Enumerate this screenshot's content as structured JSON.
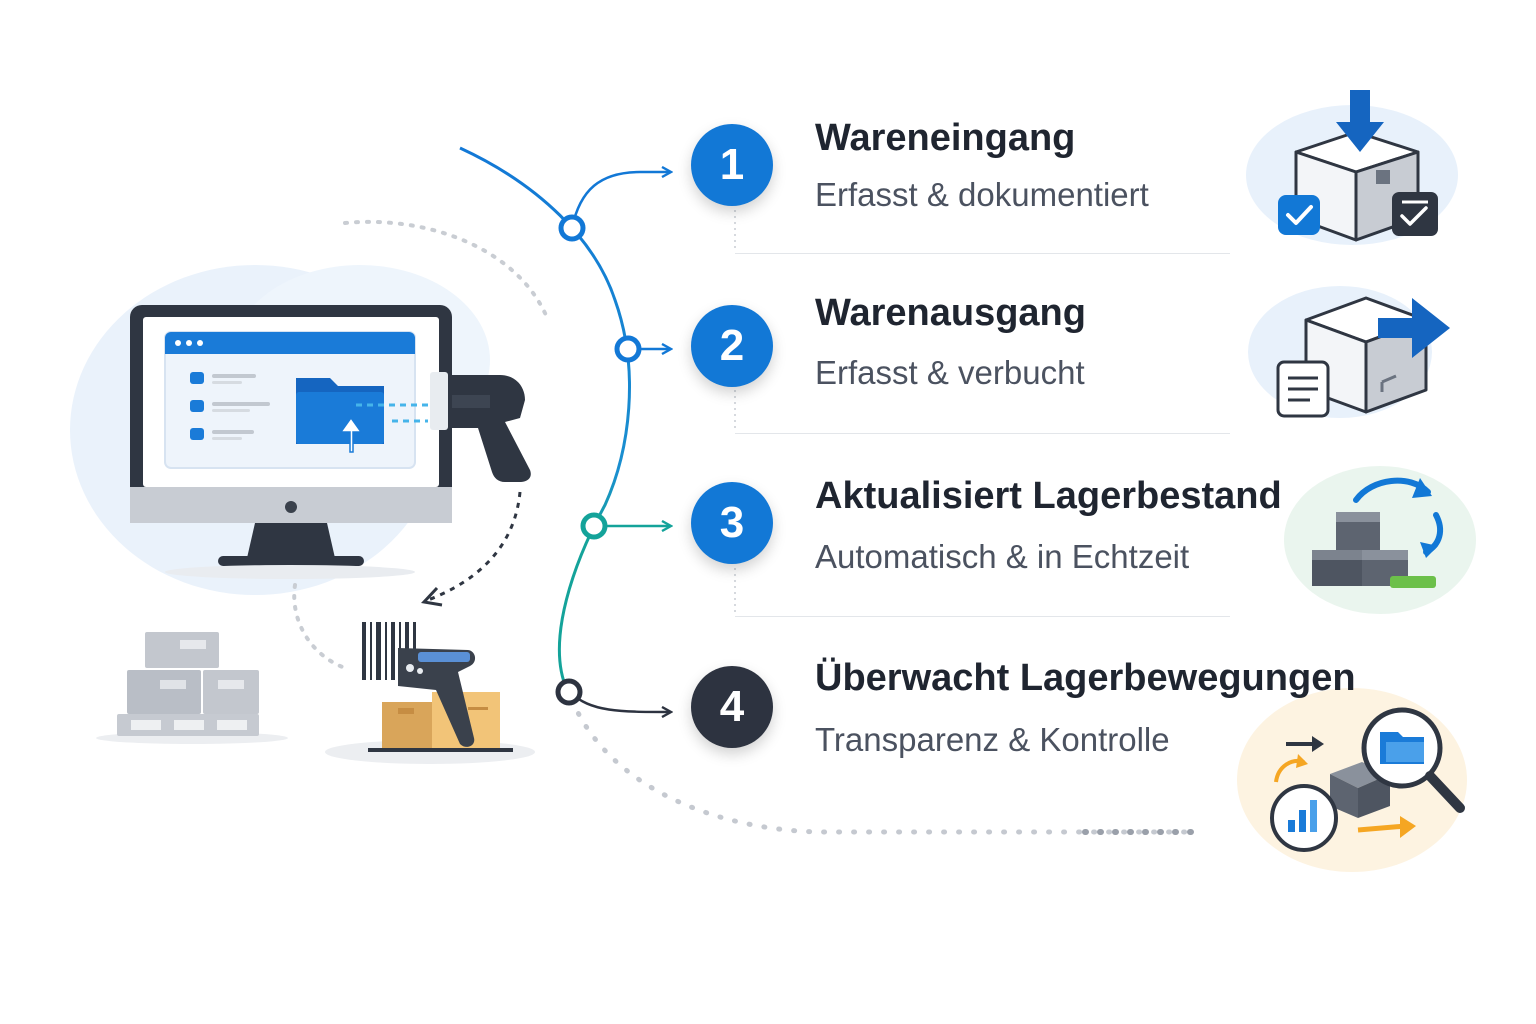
{
  "steps": [
    {
      "number": "1",
      "title": "Wareneingang",
      "subtitle": "Erfasst & dokumentiert",
      "icon": "box-inbound-check-icon",
      "color": "#1278d6"
    },
    {
      "number": "2",
      "title": "Warenausgang",
      "subtitle": "Erfasst & verbucht",
      "icon": "box-outbound-document-icon",
      "color": "#1278d6"
    },
    {
      "number": "3",
      "title": "Aktualisiert Lagerbestand",
      "subtitle": "Automatisch & in Echtzeit",
      "icon": "stock-refresh-icon",
      "color": "#1278d6"
    },
    {
      "number": "4",
      "title": "Überwacht Lagerbewegungen",
      "subtitle": "Transparenz & Kontrolle",
      "icon": "magnifier-analytics-icon",
      "color": "#2d3340"
    }
  ],
  "colors": {
    "blue": "#1278d6",
    "teal": "#14a39a",
    "dark": "#2d3340",
    "orange": "#f5a623",
    "green": "#6cc04a"
  },
  "illustration_icons": [
    "monitor-icon",
    "folder-upload-icon",
    "barcode-scanner-icon",
    "barcode-icon",
    "pallet-boxes-icon",
    "cardboard-box-icon"
  ]
}
